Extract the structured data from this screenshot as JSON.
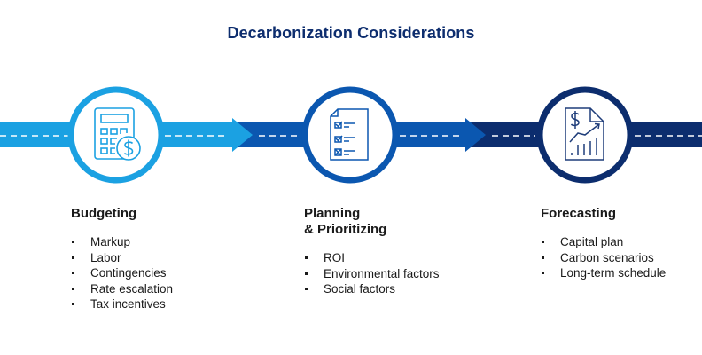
{
  "title": "Decarbonization Considerations",
  "colors": {
    "stage1": "#1ba1e2",
    "stage2": "#0b57b0",
    "stage3": "#0c2d6e",
    "title": "#0d2d6e",
    "dash": "#ffffff"
  },
  "stages": [
    {
      "icon": "calculator-dollar-icon",
      "heading": "Budgeting",
      "heading_line2": "",
      "items": [
        "Markup",
        "Labor",
        "Contingencies",
        "Rate escalation",
        "Tax incentives"
      ]
    },
    {
      "icon": "checklist-document-icon",
      "heading": "Planning",
      "heading_line2": "& Prioritizing",
      "items": [
        "ROI",
        "Environmental factors",
        "Social factors"
      ]
    },
    {
      "icon": "financial-report-chart-icon",
      "heading": "Forecasting",
      "heading_line2": "",
      "items": [
        "Capital plan",
        "Carbon scenarios",
        "Long-term schedule"
      ]
    }
  ]
}
